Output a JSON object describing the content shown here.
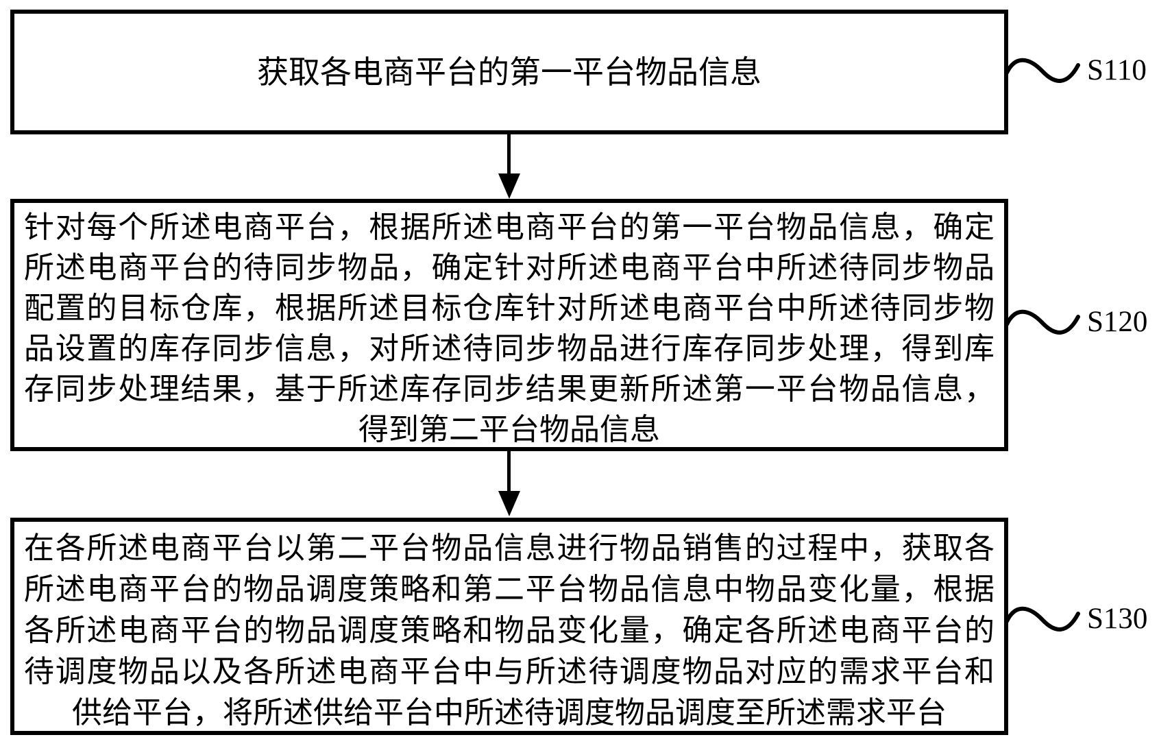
{
  "diagram": {
    "type": "flowchart",
    "background": "#ffffff",
    "stroke_color": "#000000",
    "steps": [
      {
        "label": "S110",
        "lines": [
          "获取各电商平台的第一平台物品信息"
        ]
      },
      {
        "label": "S120",
        "lines": [
          "针对每个所述电商平台，根据所述电商平台的第一平台物品信息，确定",
          "所述电商平台的待同步物品，确定针对所述电商平台中所述待同步物品",
          "配置的目标仓库，根据所述目标仓库针对所述电商平台中所述待同步物",
          "品设置的库存同步信息，对所述待同步物品进行库存同步处理，得到库",
          "存同步处理结果，基于所述库存同步结果更新所述第一平台物品信息，",
          "得到第二平台物品信息"
        ]
      },
      {
        "label": "S130",
        "lines": [
          "在各所述电商平台以第二平台物品信息进行物品销售的过程中，获取各",
          "所述电商平台的物品调度策略和第二平台物品信息中物品变化量，根据",
          "各所述电商平台的物品调度策略和物品变化量，确定各所述电商平台的",
          "待调度物品以及各所述电商平台中与所述待调度物品对应的需求平台和",
          "供给平台，将所述供给平台中所述待调度物品调度至所述需求平台"
        ]
      }
    ]
  }
}
